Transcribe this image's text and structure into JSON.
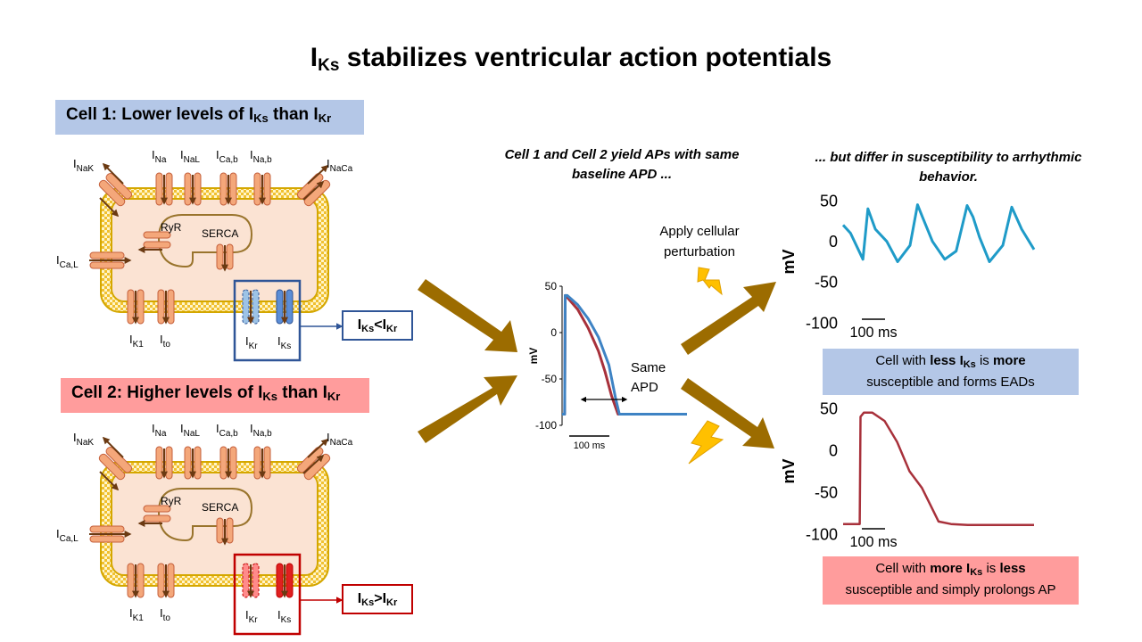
{
  "title": {
    "main": "I",
    "sub": "Ks",
    "rest": " stabilizes ventricular action potentials"
  },
  "cell1_header": {
    "p1": "Cell 1: Lower levels of I",
    "s1": "Ks",
    "p2": " than I",
    "s2": "Kr"
  },
  "cell2_header": {
    "p1": "Cell 2: Higher levels of I",
    "s1": "Ks",
    "p2": " than I",
    "s2": "Kr"
  },
  "cell_labels": {
    "INaK": {
      "main": "I",
      "sub": "NaK"
    },
    "INa": {
      "main": "I",
      "sub": "Na"
    },
    "INaL": {
      "main": "I",
      "sub": "NaL"
    },
    "ICab": {
      "main": "I",
      "sub": "Ca,b"
    },
    "INab": {
      "main": "I",
      "sub": "Na,b"
    },
    "INaCa": {
      "main": "I",
      "sub": "NaCa"
    },
    "ICaL": {
      "main": "I",
      "sub": "Ca,L"
    },
    "IK1": {
      "main": "I",
      "sub": "K1"
    },
    "Ito": {
      "main": "I",
      "sub": "to"
    },
    "IKr": {
      "main": "I",
      "sub": "Kr"
    },
    "IKs": {
      "main": "I",
      "sub": "Ks"
    },
    "RyR": "RyR",
    "SERCA": "SERCA"
  },
  "compare1": {
    "main": "I",
    "s1": "Ks",
    "op": "<I",
    "s2": "Kr"
  },
  "compare2": {
    "main": "I",
    "s1": "Ks",
    "op": ">I",
    "s2": "Kr"
  },
  "caption_middle": "Cell 1 and Cell 2  yield APs with same baseline APD ...",
  "caption_right": "... but differ in susceptibility to arrhythmic behavior.",
  "perturbation": "Apply cellular perturbation",
  "same_apd": {
    "line1": "Same",
    "line2": "APD"
  },
  "result1": {
    "p1": "Cell with ",
    "b1": "less I",
    "s1": "Ks",
    "p2": " is ",
    "b2": "more",
    "line2": "susceptible and forms EADs"
  },
  "result2": {
    "p1": "Cell with ",
    "b1": "more I",
    "s1": "Ks",
    "p2": " is ",
    "b2": "less",
    "line2": "susceptible and simply prolongs AP"
  },
  "colors": {
    "membrane": "#d4a700",
    "membrane_fill": "#fff5c8",
    "cytoplasm": "#fbe3d3",
    "sr_border": "#99742c",
    "channel": "#f4a77a",
    "channel_edge": "#c5603c",
    "arrow": "#9c6c00",
    "cell1_blue": "#2f5597",
    "cell2_red": "#c00000",
    "trace_blue": "#1f9bc8",
    "trace_red": "#a8313b",
    "ap_blue": "#3e83c4",
    "ap_red": "#a8313b",
    "bolt": "#ffc000"
  },
  "chart_data": [
    {
      "type": "line",
      "ylabel": "mV",
      "ylim": [
        -100,
        50
      ],
      "yticks": [
        50,
        0,
        -50,
        -100
      ],
      "scale_bar": "100 ms",
      "series": [
        {
          "x": [
            0,
            10,
            12,
            20,
            60,
            100,
            140,
            180,
            205,
            220,
            300,
            480
          ],
          "values": [
            -88,
            -88,
            40,
            40,
            30,
            15,
            -5,
            -35,
            -70,
            -88,
            -88,
            -88
          ]
        },
        {
          "x": [
            0,
            10,
            12,
            20,
            60,
            100,
            140,
            165,
            190,
            215,
            300,
            480
          ],
          "values": [
            -88,
            -88,
            40,
            38,
            25,
            5,
            -20,
            -42,
            -68,
            -88,
            -88,
            -88
          ]
        }
      ]
    },
    {
      "type": "line",
      "ylabel": "mV",
      "ylim": [
        -100,
        50
      ],
      "yticks": [
        50,
        0,
        -50,
        -100
      ],
      "scale_bar": "100 ms",
      "series": [
        {
          "x": [
            0,
            15,
            40,
            50,
            65,
            88,
            110,
            135,
            150,
            160,
            180,
            205,
            228,
            250,
            262,
            275,
            295,
            322,
            340,
            360,
            385
          ],
          "values": [
            20,
            10,
            -22,
            40,
            15,
            0,
            -25,
            -5,
            45,
            30,
            0,
            -22,
            -12,
            44,
            30,
            5,
            -25,
            -5,
            42,
            15,
            -10
          ]
        }
      ]
    },
    {
      "type": "line",
      "ylabel": "mV",
      "ylim": [
        -100,
        50
      ],
      "yticks": [
        50,
        0,
        -50,
        -100
      ],
      "scale_bar": "100 ms",
      "series": [
        {
          "x": [
            0,
            40,
            42,
            50,
            70,
            100,
            130,
            160,
            190,
            210,
            230,
            260,
            300,
            400,
            460
          ],
          "values": [
            -88,
            -88,
            40,
            45,
            45,
            35,
            10,
            -25,
            -45,
            -65,
            -85,
            -88,
            -89,
            -89,
            -89
          ]
        }
      ]
    }
  ]
}
